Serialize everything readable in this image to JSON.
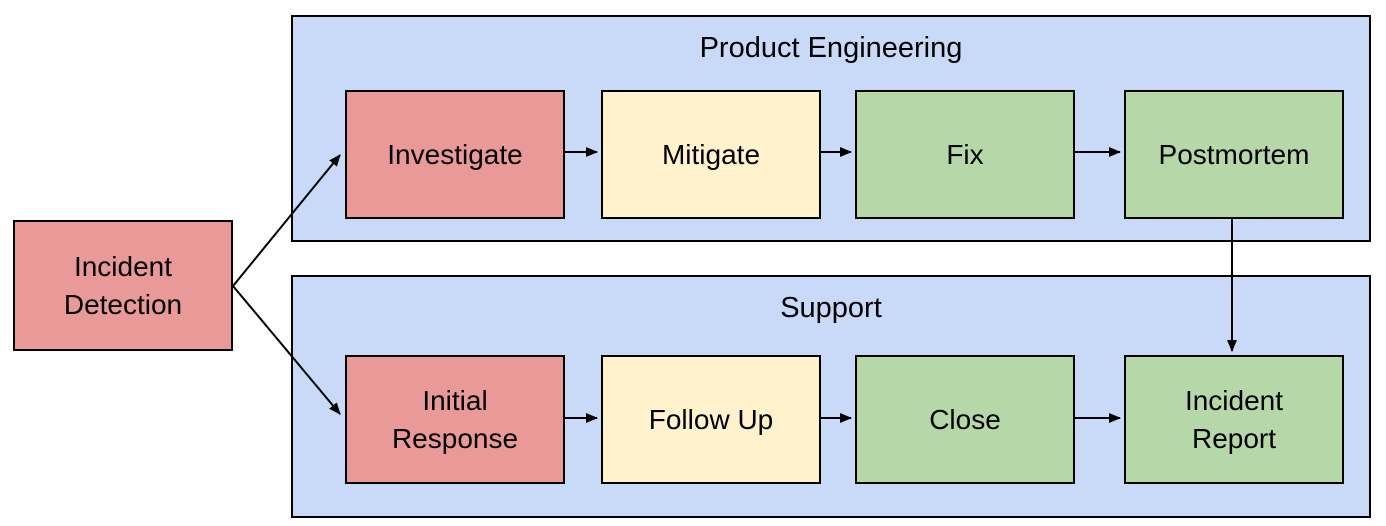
{
  "colors": {
    "red": "#ea9999",
    "yellow": "#fff2cc",
    "green": "#b6d7a8",
    "lane": "#c9daf8",
    "border": "#000000",
    "background": "#ffffff",
    "arrow": "#000000"
  },
  "start_node": {
    "label": "Incident\nDetection",
    "fill": "red"
  },
  "lanes": [
    {
      "title": "Product Engineering",
      "boxes": [
        {
          "label": "Investigate",
          "fill": "red"
        },
        {
          "label": "Mitigate",
          "fill": "yellow"
        },
        {
          "label": "Fix",
          "fill": "green"
        },
        {
          "label": "Postmortem",
          "fill": "green"
        }
      ]
    },
    {
      "title": "Support",
      "boxes": [
        {
          "label": "Initial\nResponse",
          "fill": "red"
        },
        {
          "label": "Follow Up",
          "fill": "yellow"
        },
        {
          "label": "Close",
          "fill": "green"
        },
        {
          "label": "Incident\nReport",
          "fill": "green"
        }
      ]
    }
  ],
  "edges": [
    {
      "from": "Incident Detection",
      "to": "Investigate"
    },
    {
      "from": "Incident Detection",
      "to": "Initial Response"
    },
    {
      "from": "Investigate",
      "to": "Mitigate"
    },
    {
      "from": "Mitigate",
      "to": "Fix"
    },
    {
      "from": "Fix",
      "to": "Postmortem"
    },
    {
      "from": "Postmortem",
      "to": "Incident Report"
    },
    {
      "from": "Initial Response",
      "to": "Follow Up"
    },
    {
      "from": "Follow Up",
      "to": "Close"
    },
    {
      "from": "Close",
      "to": "Incident Report"
    }
  ]
}
